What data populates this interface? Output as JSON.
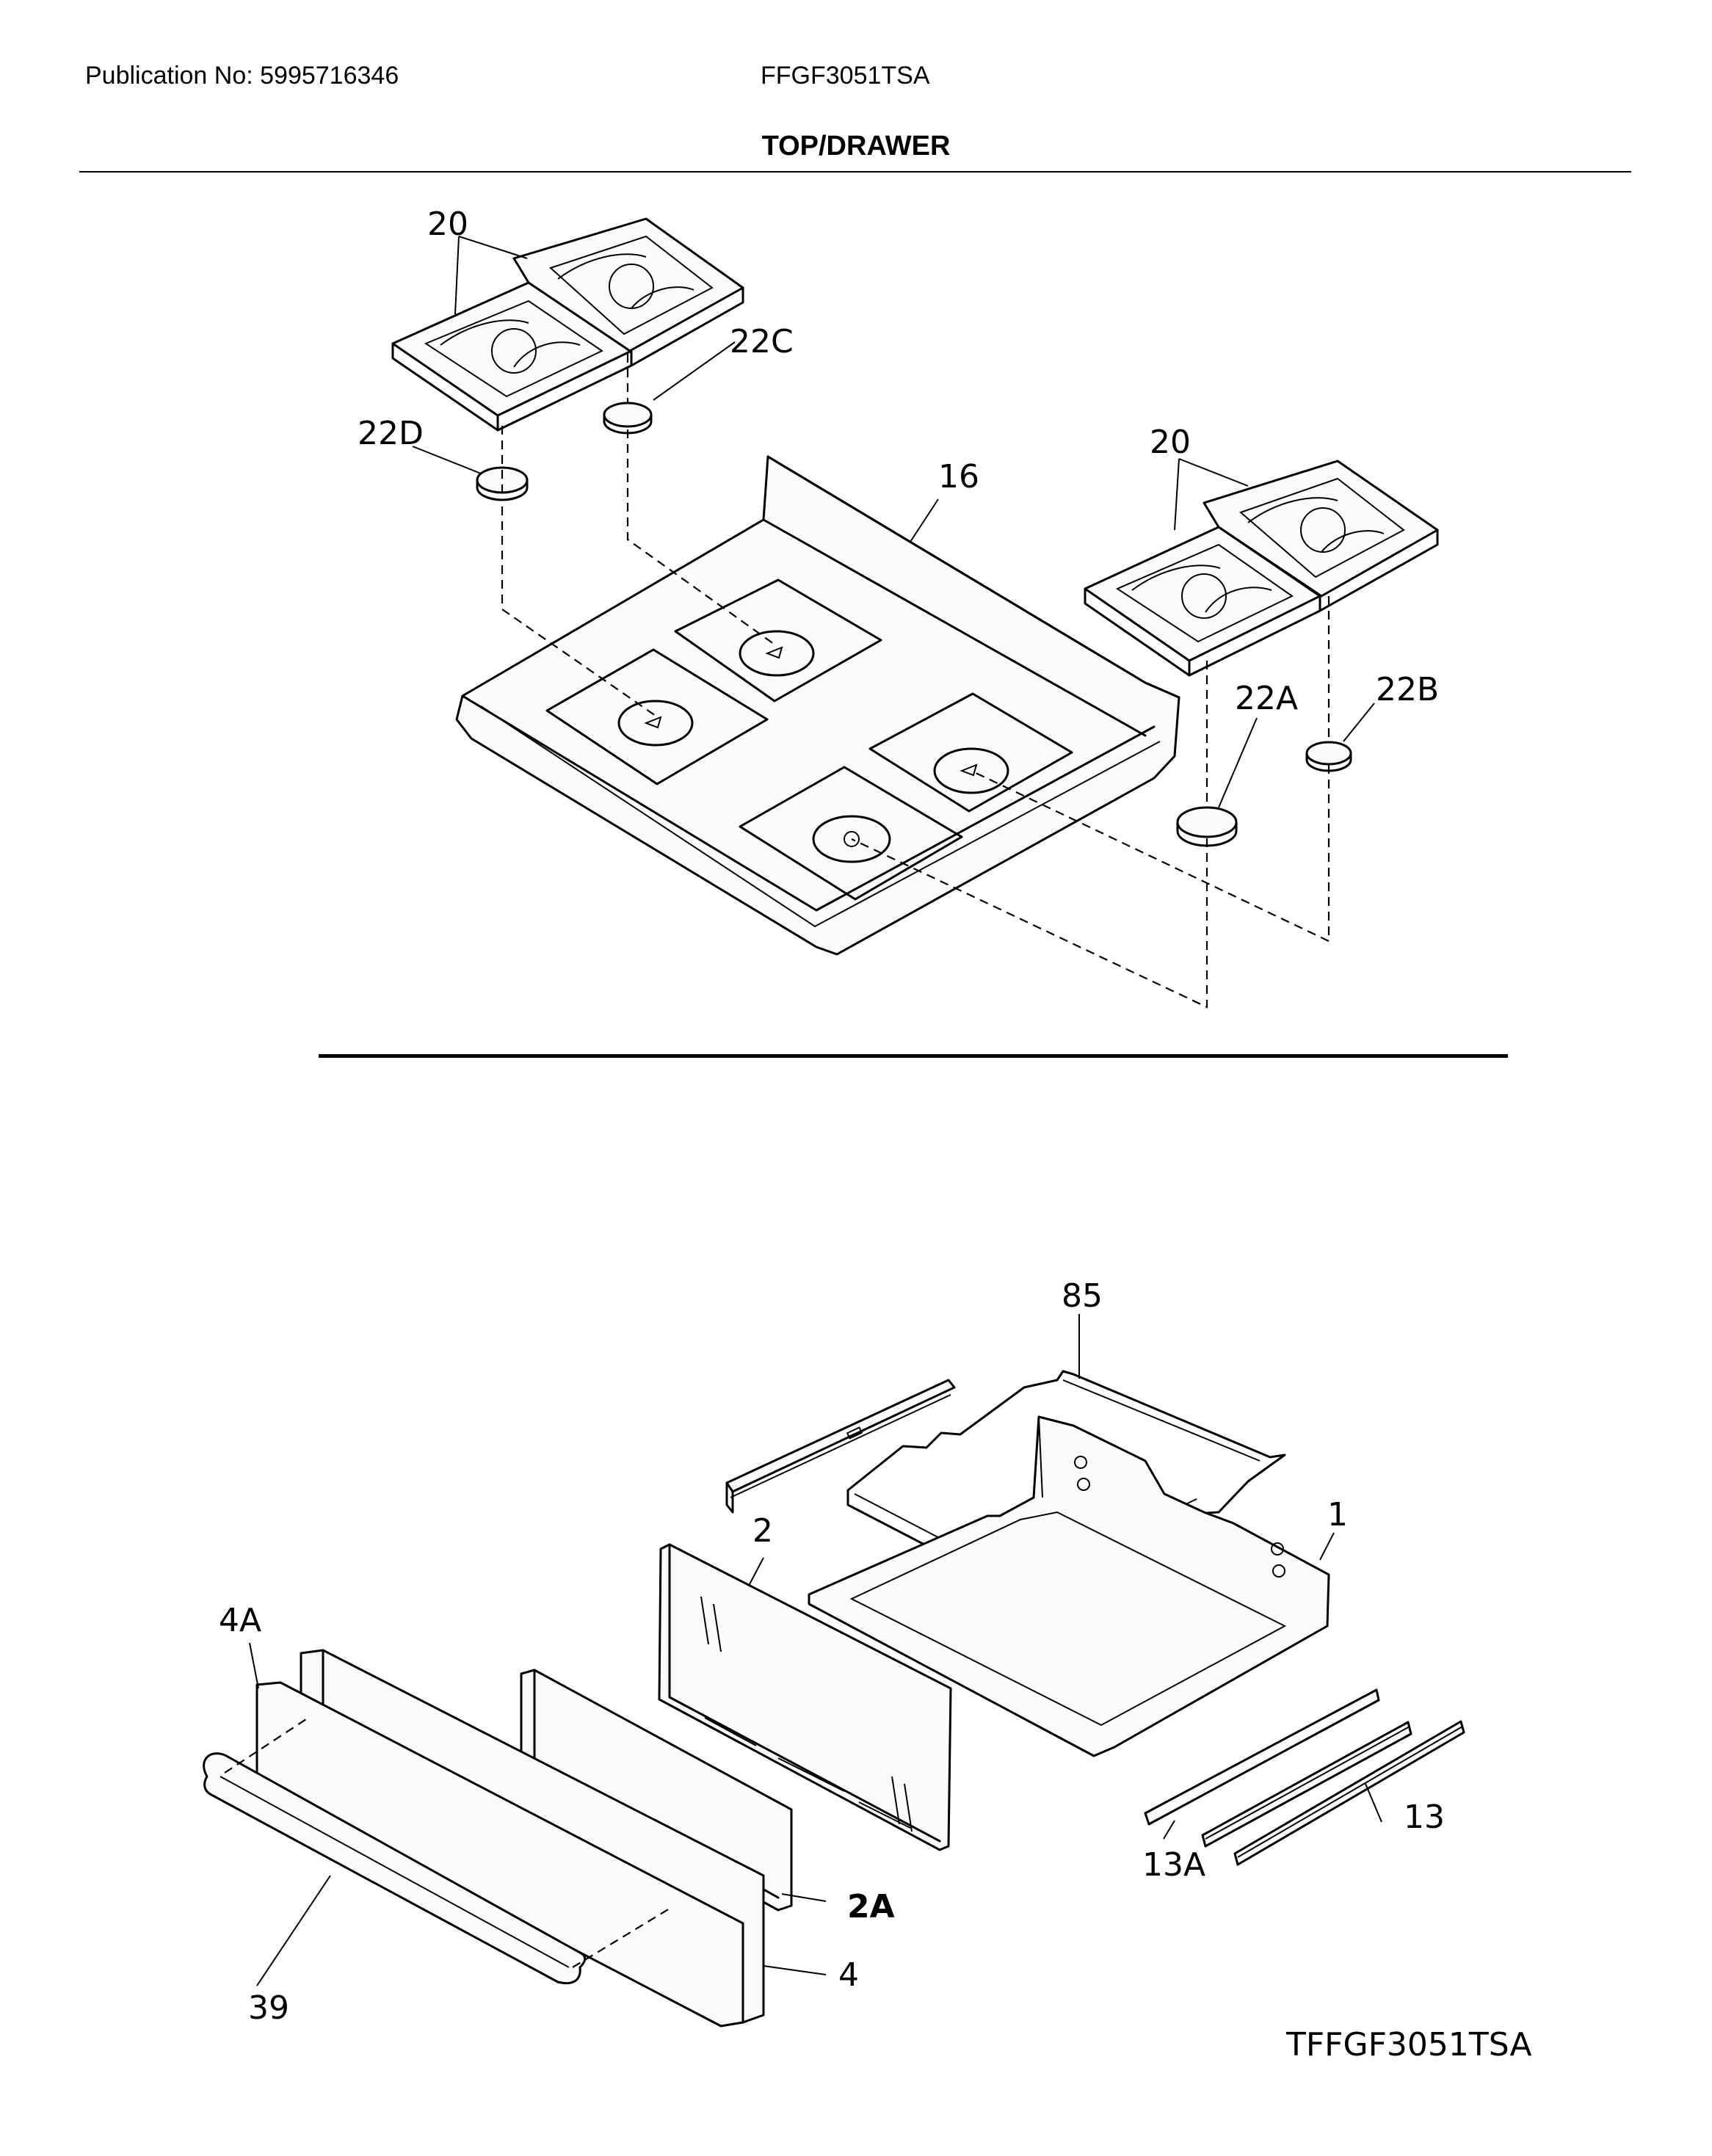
{
  "header": {
    "publication": "Publication No: 5995716346",
    "model": "FFGF3051TSA",
    "section_title": "TOP/DRAWER"
  },
  "callouts": {
    "grate_left": "20",
    "grate_right": "20",
    "cap_22c": "22C",
    "cap_22d": "22D",
    "cooktop": "16",
    "cap_22a": "22A",
    "cap_22b": "22B",
    "drawer_glide_85": "85",
    "drawer_back": "2",
    "drawer_body": "1",
    "drawer_front_4a": "4A",
    "drawer_liner_2a": "2A",
    "glide_13": "13",
    "glide_13a": "13A",
    "handle": "39",
    "drawer_panel": "4"
  },
  "figure_id": "TFFGF3051TSA"
}
